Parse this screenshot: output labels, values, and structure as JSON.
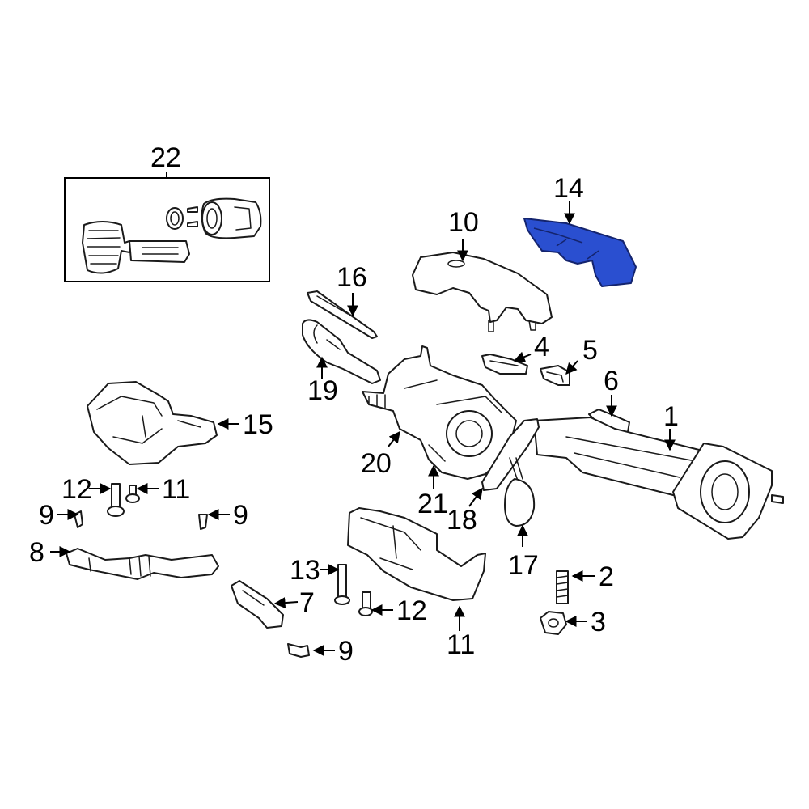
{
  "colors": {
    "highlight": "#2a4fd0",
    "line": "#1a1a1a",
    "background": "#ffffff"
  },
  "callouts": {
    "c1": "1",
    "c2": "2",
    "c3": "3",
    "c4": "4",
    "c5": "5",
    "c6": "6",
    "c7": "7",
    "c8": "8",
    "c9a": "9",
    "c9b": "9",
    "c9c": "9",
    "c10": "10",
    "c11a": "11",
    "c11b": "11",
    "c12a": "12",
    "c12b": "12",
    "c13": "13",
    "c14": "14",
    "c15": "15",
    "c16": "16",
    "c17": "17",
    "c18": "18",
    "c19": "19",
    "c20": "20",
    "c21": "21",
    "c22": "22"
  },
  "highlighted_part": "14"
}
